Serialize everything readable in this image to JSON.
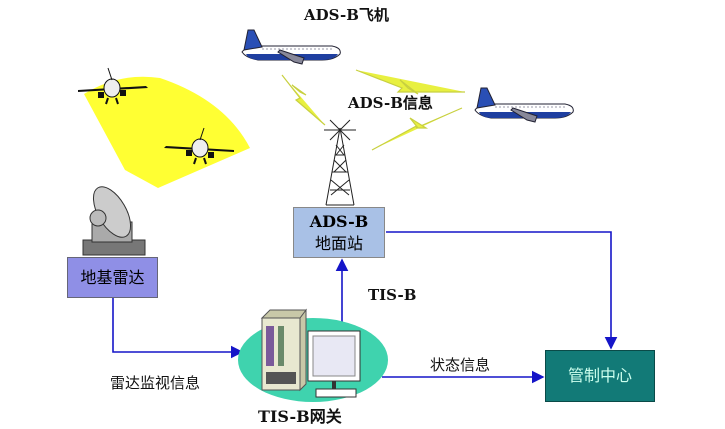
{
  "labels": {
    "ads_b_aircraft": "ADS-B飞机",
    "ads_b_info": "ADS-B信息",
    "tis_b": "TIS-B",
    "radar_surveillance_info": "雷达监视信息",
    "status_info": "状态信息",
    "tis_b_gateway": "TIS-B网关"
  },
  "nodes": {
    "ground_station": {
      "line1": "ADS-B",
      "line2": "地面站",
      "color": "#a9c1e6"
    },
    "ground_radar": {
      "label": "地基雷达",
      "color": "#8f8fe6"
    },
    "control_center": {
      "label": "管制中心",
      "color": "#127a77"
    }
  },
  "colors": {
    "link": "#1515c8",
    "radar_coverage": "#ffff33",
    "gateway": "#3fd3ae",
    "signal": "#e8f040"
  }
}
